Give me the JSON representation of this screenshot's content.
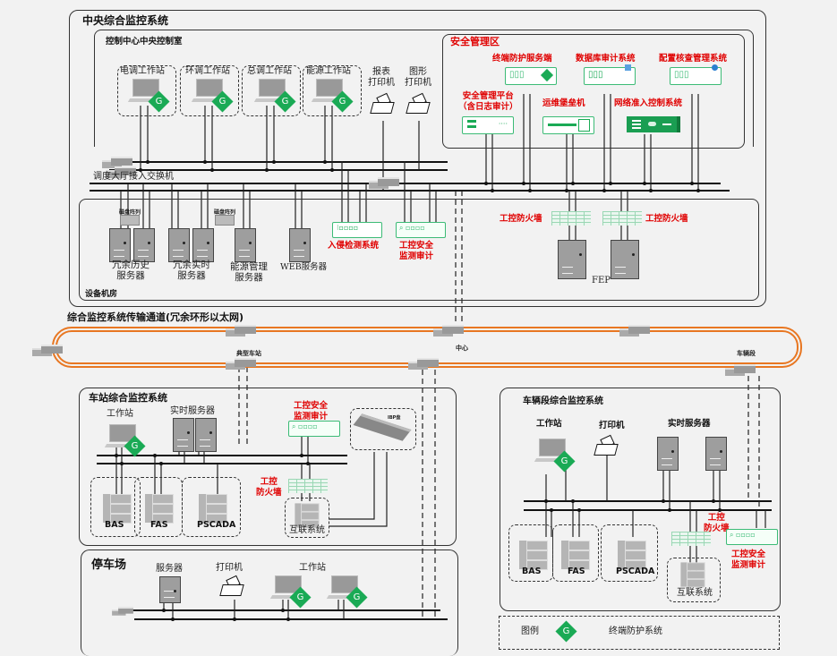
{
  "diagram": {
    "central_system": {
      "title": "中央综合监控系统",
      "control_room": {
        "title": "控制中心中央控制室",
        "workstations": [
          "电调工作站",
          "环调工作站",
          "总调工作站",
          "能源工作站"
        ],
        "printers": [
          "报表\n打印机",
          "图形\n打印机"
        ]
      },
      "security_zone": {
        "title": "安全管理区",
        "devices": [
          {
            "label": "终端防护服务端",
            "icon": "endpoint-protection-server-icon"
          },
          {
            "label": "数据库审计系统",
            "icon": "db-audit-icon"
          },
          {
            "label": "配置核查管理系统",
            "icon": "config-check-icon"
          },
          {
            "label": "安全管理平台\n（含日志审计）",
            "icon": "security-platform-icon"
          },
          {
            "label": "运维堡垒机",
            "icon": "bastion-host-icon"
          },
          {
            "label": "网络准入控制系统",
            "icon": "nac-icon"
          }
        ]
      },
      "access_switch_label": "调度大厅接入交换机",
      "equipment_room": {
        "title": "设备机房",
        "disk_array_label": "磁盘阵列",
        "servers": [
          {
            "label": "冗余历史\n服务器"
          },
          {
            "label": "冗余实时\n服务器"
          },
          {
            "label": "能源管理\n服务器"
          },
          {
            "label": "WEB服务器"
          }
        ],
        "ids_label": "入侵检测系统",
        "ics_audit_label": "工控安全\n监测审计",
        "firewall_label": "工控防火墙",
        "fep_label": "FEP"
      }
    },
    "ring": {
      "title": "综合监控系统传输通道(冗余环形以太网)",
      "nodes": [
        "典型车站",
        "中心",
        "车辆段"
      ]
    },
    "station_system": {
      "title": "车站综合监控系统",
      "workstation_label": "工作站",
      "realtime_server_label": "实时服务器",
      "ics_audit_label": "工控安全\n监测审计",
      "ibp_label": "IBP盘",
      "firewall_label": "工控\n防火墙",
      "subsystems": [
        "BAS",
        "FAS",
        "PSCADA"
      ],
      "interconnect_label": "互联系统"
    },
    "parking_lot": {
      "title": "停车场",
      "server_label": "服务器",
      "printer_label": "打印机",
      "workstation_label": "工作站"
    },
    "depot_system": {
      "title": "车辆段综合监控系统",
      "workstation_label": "工作站",
      "printer_label": "打印机",
      "realtime_server_label": "实时服务器",
      "firewall_label": "工控\n防火墙",
      "ics_audit_label": "工控安全\n监测审计",
      "subsystems": [
        "BAS",
        "FAS",
        "PSCADA"
      ],
      "interconnect_label": "互联系统"
    },
    "legend": {
      "title": "图例",
      "badge": "G",
      "description": "终端防护系统"
    },
    "colors": {
      "accent_red": "#e00000",
      "endpoint_green": "#1aaa55",
      "ring_orange": "#e87722"
    }
  }
}
